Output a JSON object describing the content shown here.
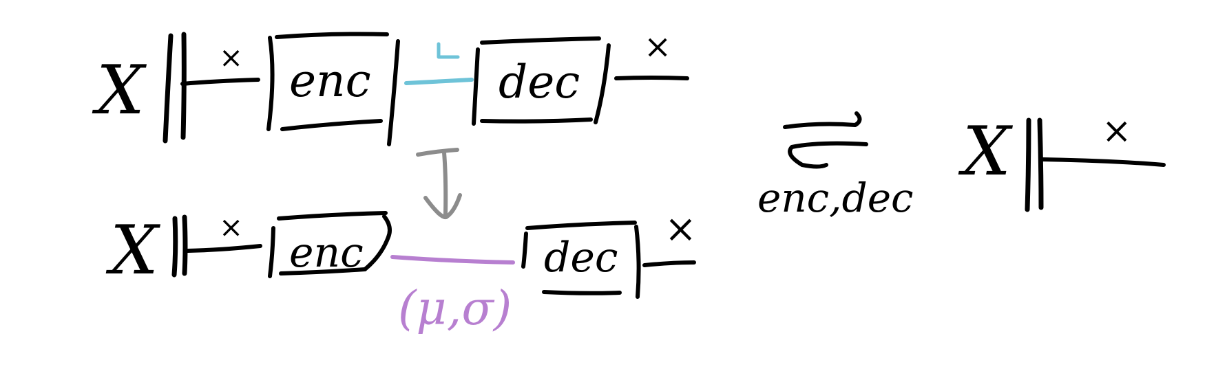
{
  "labels": {
    "x_in_top": "X",
    "x_in_bottom": "X",
    "x_in_right": "X",
    "x_type_top": "×",
    "x_type_bottom": "×",
    "x_type_right": "×",
    "x_out_top": "×",
    "x_out_bottom": "×",
    "enc_top": "enc",
    "dec_top": "dec",
    "enc_bottom": "enc",
    "dec_bottom": "dec",
    "latent_params": "(μ,σ)",
    "equiv_subscript": "enc,dec"
  },
  "colors": {
    "ink": "#000000",
    "latent_top": "#6ec3d8",
    "transform_arrow": "#8c8c8c",
    "latent_bottom": "#b77fd0"
  }
}
